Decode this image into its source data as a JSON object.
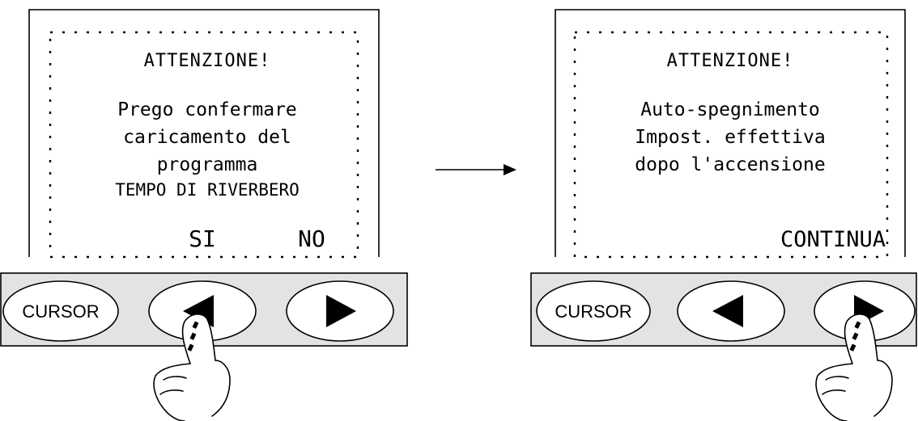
{
  "left_panel": {
    "screen": {
      "title": "ATTENZIONE!",
      "lines": [
        "Prego confermare",
        "caricamento del",
        "programma",
        "TEMPO DI RIVERBERO"
      ],
      "softkey_yes": "SI",
      "softkey_no": "NO"
    },
    "keypad": {
      "cursor_label": "CURSOR",
      "left_icon": "arrow-left-icon",
      "right_icon": "arrow-right-icon",
      "pressed": "left"
    }
  },
  "right_panel": {
    "screen": {
      "title": "ATTENZIONE!",
      "lines": [
        "Auto-spegnimento",
        "Impost. effettiva",
        "dopo l'accensione"
      ],
      "softkey": "CONTINUA"
    },
    "keypad": {
      "cursor_label": "CURSOR",
      "left_icon": "arrow-left-icon",
      "right_icon": "arrow-right-icon",
      "pressed": "right"
    }
  },
  "colors": {
    "keypad_bar": "#e3e3e3",
    "line": "#000000",
    "background": "#ffffff"
  }
}
